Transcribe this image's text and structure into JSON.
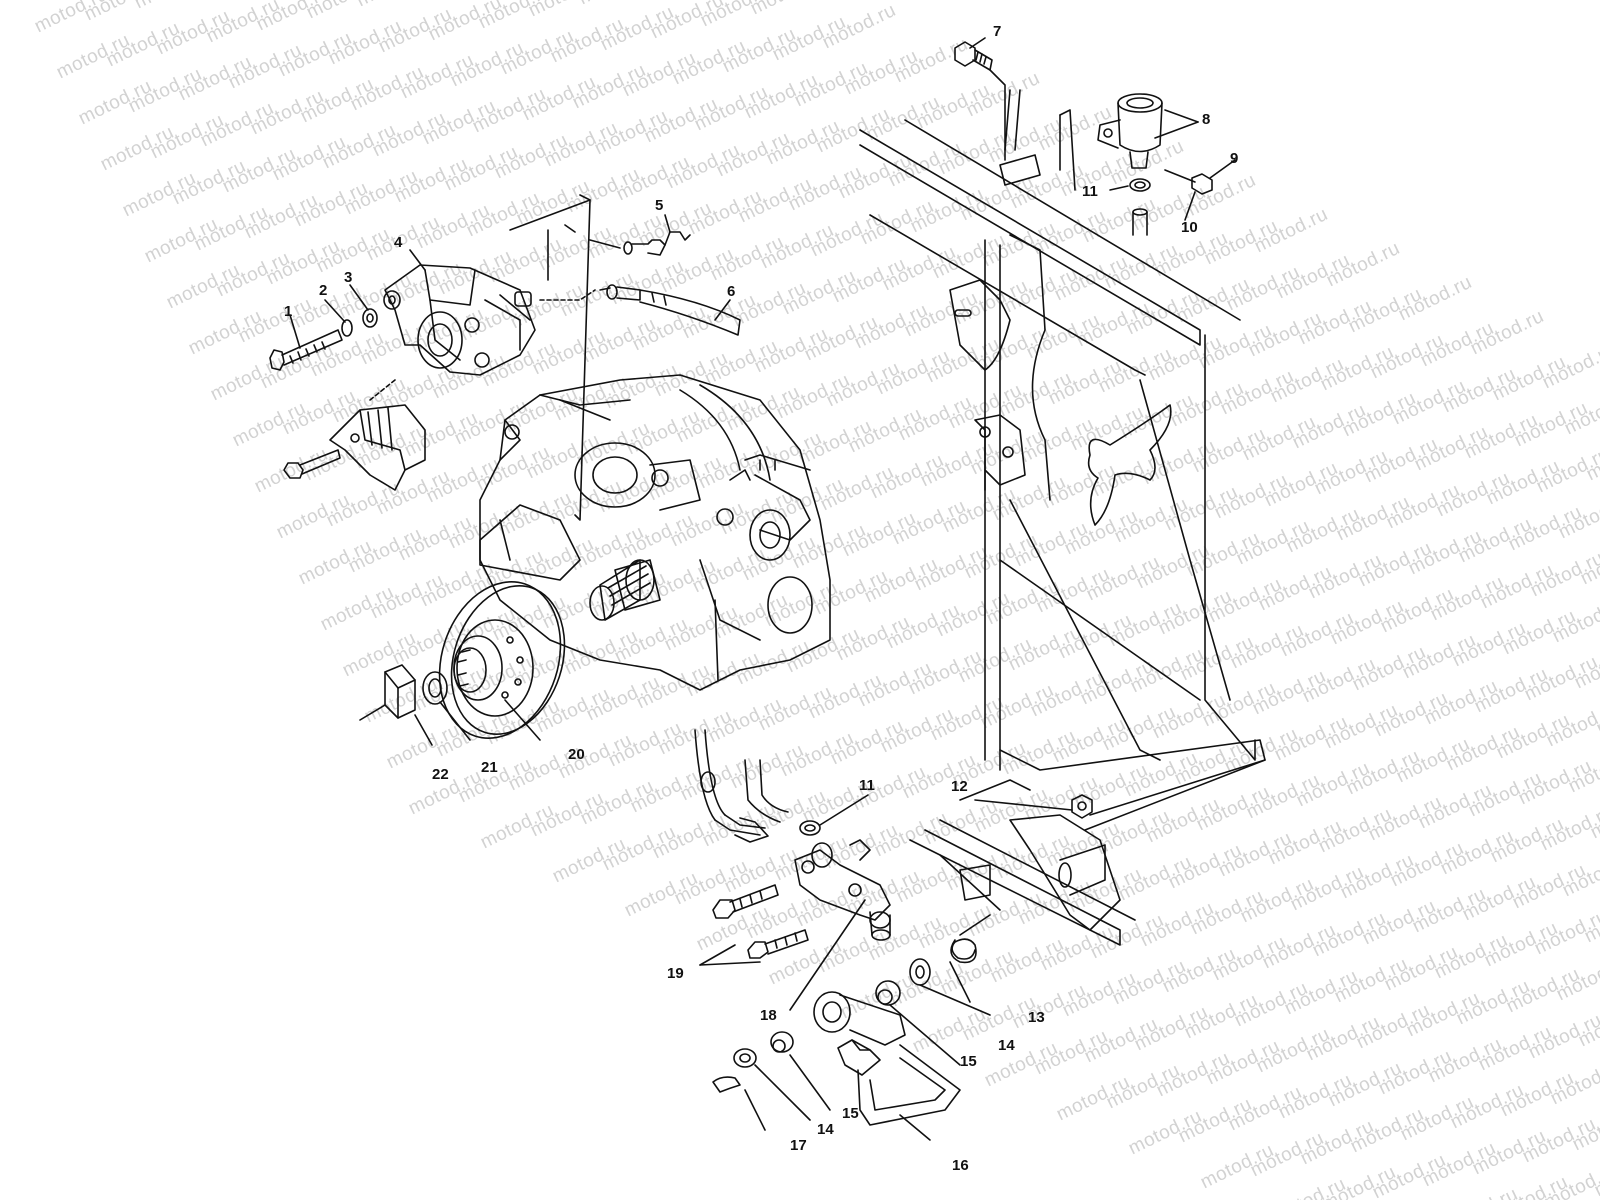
{
  "watermark": "motod.ru",
  "callouts": [
    {
      "id": "c1",
      "label": "1"
    },
    {
      "id": "c2",
      "label": "2"
    },
    {
      "id": "c3",
      "label": "3"
    },
    {
      "id": "c4",
      "label": "4"
    },
    {
      "id": "c5",
      "label": "5"
    },
    {
      "id": "c6",
      "label": "6"
    },
    {
      "id": "c7",
      "label": "7"
    },
    {
      "id": "c8",
      "label": "8"
    },
    {
      "id": "c9",
      "label": "9"
    },
    {
      "id": "c10",
      "label": "10"
    },
    {
      "id": "c11a",
      "label": "11"
    },
    {
      "id": "c11b",
      "label": "11"
    },
    {
      "id": "c12",
      "label": "12"
    },
    {
      "id": "c13",
      "label": "13"
    },
    {
      "id": "c14a",
      "label": "14"
    },
    {
      "id": "c14b",
      "label": "14"
    },
    {
      "id": "c15a",
      "label": "15"
    },
    {
      "id": "c15b",
      "label": "15"
    },
    {
      "id": "c16",
      "label": "16"
    },
    {
      "id": "c17",
      "label": "17"
    },
    {
      "id": "c18",
      "label": "18"
    },
    {
      "id": "c19",
      "label": "19"
    },
    {
      "id": "c20",
      "label": "20"
    },
    {
      "id": "c21",
      "label": "21"
    },
    {
      "id": "c22",
      "label": "22"
    }
  ],
  "colors": {
    "line": "#111111",
    "watermark": "#d2d2d2",
    "background": "#ffffff"
  }
}
